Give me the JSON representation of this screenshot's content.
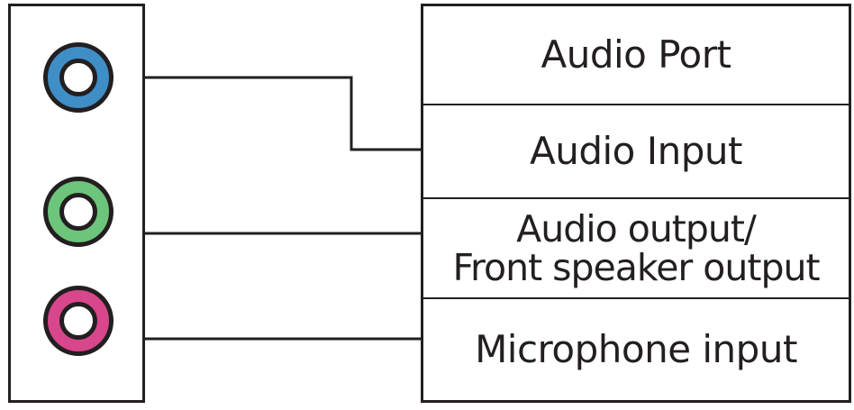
{
  "jacks": [
    {
      "name": "blue-jack",
      "color": "#3f8ec6"
    },
    {
      "name": "green-jack",
      "color": "#6cc57a"
    },
    {
      "name": "pink-jack",
      "color": "#d8468c"
    }
  ],
  "table": {
    "header": "Audio Port",
    "rows": [
      {
        "label": "Audio Input"
      },
      {
        "label_line1": "Audio output/",
        "label_line2": "Front speaker output"
      },
      {
        "label": "Microphone input"
      }
    ]
  },
  "colors": {
    "line": "#231f20"
  }
}
